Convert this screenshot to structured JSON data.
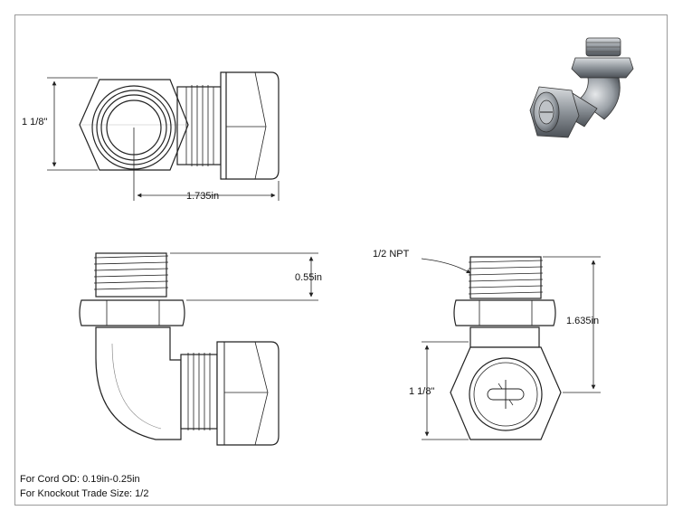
{
  "dimensions": {
    "top_height": "1 1/8\"",
    "top_length": "1.735in",
    "thread_length": "0.55in",
    "thread_spec": "1/2 NPT",
    "overall_height": "1.635in",
    "right_height": "1 1/8\""
  },
  "notes": {
    "cord_od": "For Cord OD: 0.19in-0.25in",
    "knockout": "For Knockout Trade Size: 1/2"
  },
  "colors": {
    "line": "#222222",
    "frame": "#9a9a9a",
    "metal": "#9aa0a6"
  }
}
